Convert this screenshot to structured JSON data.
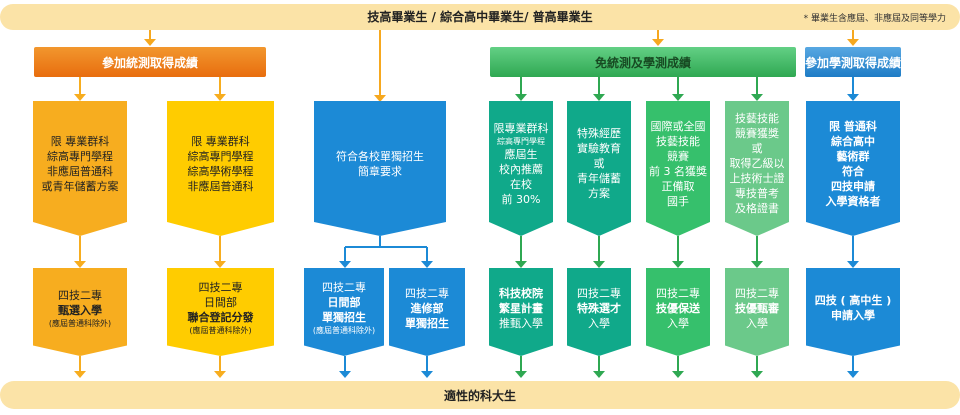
{
  "top": {
    "title": "技高畢業生 / 綜合高中畢業生/ 普高畢業生",
    "note": "* 畢業生含應屆、非應屆及同等學力"
  },
  "bottom": {
    "title": "適性的科大生"
  },
  "headers": {
    "h1": "參加統測取得成績",
    "h2": "免統測及學測成績",
    "h3": "參加學測取得成績"
  },
  "colors": {
    "orange": "#f7ad1f",
    "yellow": "#ffcc00",
    "blue": "#1c8ad6",
    "teal": "#10a98a",
    "green": "#36c06c",
    "green_light": "#6bc98a",
    "lightbar": "#fbe3a7"
  },
  "cards": [
    {
      "id": "c1",
      "lines": [
        {
          "t": "限 專業群科"
        },
        {
          "t": "綜高專門學程"
        },
        {
          "t": "非應屆普通科"
        },
        {
          "t": "或青年儲蓄方案"
        }
      ]
    },
    {
      "id": "c2",
      "lines": [
        {
          "t": "限 專業群科"
        },
        {
          "t": "綜高專門學程"
        },
        {
          "t": "綜高學術學程"
        },
        {
          "t": "非應屆普通科"
        }
      ]
    },
    {
      "id": "c3",
      "lines": [
        {
          "t": "符合各校單獨招生"
        },
        {
          "t": "簡章要求"
        }
      ]
    },
    {
      "id": "c4",
      "lines": [
        {
          "t": "限專業群科"
        },
        {
          "t": "綜高專門學程",
          "s": 1
        },
        {
          "t": "應屆生"
        },
        {
          "t": "校內推薦"
        },
        {
          "t": "在校"
        },
        {
          "t": "前 30%"
        }
      ]
    },
    {
      "id": "c5",
      "lines": [
        {
          "t": "特殊經歷"
        },
        {
          "t": "實驗教育"
        },
        {
          "t": "或"
        },
        {
          "t": "青年儲蓄"
        },
        {
          "t": "方案"
        }
      ]
    },
    {
      "id": "c6",
      "lines": [
        {
          "t": "國際或全國"
        },
        {
          "t": "技藝技能"
        },
        {
          "t": "競賽"
        },
        {
          "t": "前 3 名獲獎"
        },
        {
          "t": "正備取"
        },
        {
          "t": "國手"
        }
      ]
    },
    {
      "id": "c7",
      "lines": [
        {
          "t": "技藝技能"
        },
        {
          "t": "競賽獲獎"
        },
        {
          "t": "或"
        },
        {
          "t": "取得乙級以"
        },
        {
          "t": "上技術士證"
        },
        {
          "t": "專技普考"
        },
        {
          "t": "及格證書"
        }
      ]
    },
    {
      "id": "c8",
      "lines": [
        {
          "t": "限 普通科",
          "b": 1
        },
        {
          "t": "綜合高中",
          "b": 1
        },
        {
          "t": "藝術群",
          "b": 1
        },
        {
          "t": "符合",
          "b": 1
        },
        {
          "t": "四技申請",
          "b": 1
        },
        {
          "t": "入學資格者",
          "b": 1
        }
      ]
    },
    {
      "id": "d1",
      "lines": [
        {
          "t": "四技二專"
        },
        {
          "t": "甄選入學",
          "b": 1
        },
        {
          "t": "(應屆普通科除外)",
          "s": 1
        }
      ]
    },
    {
      "id": "d2",
      "lines": [
        {
          "t": "四技二專"
        },
        {
          "t": "日間部"
        },
        {
          "t": "聯合登記分發",
          "b": 1
        },
        {
          "t": "(應屆普通科除外)",
          "s": 1
        }
      ]
    },
    {
      "id": "d3",
      "lines": [
        {
          "t": "四技二專"
        },
        {
          "t": "日間部",
          "b": 1
        },
        {
          "t": "單獨招生",
          "b": 1
        },
        {
          "t": "(應屆普通科除外)",
          "s": 1
        }
      ]
    },
    {
      "id": "d4",
      "lines": [
        {
          "t": "四技二專"
        },
        {
          "t": "進修部",
          "b": 1
        },
        {
          "t": "單獨招生",
          "b": 1
        }
      ]
    },
    {
      "id": "d5",
      "lines": [
        {
          "t": "科技校院",
          "b": 1
        },
        {
          "t": "繁星計畫",
          "b": 1
        },
        {
          "t": "推甄入學"
        }
      ]
    },
    {
      "id": "d6",
      "lines": [
        {
          "t": "四技二專"
        },
        {
          "t": "特殊選才",
          "b": 1
        },
        {
          "t": "入學"
        }
      ]
    },
    {
      "id": "d7",
      "lines": [
        {
          "t": "四技二專"
        },
        {
          "t": "技優保送",
          "b": 1
        },
        {
          "t": "入學"
        }
      ]
    },
    {
      "id": "d8",
      "lines": [
        {
          "t": "四技二專"
        },
        {
          "t": "技優甄審",
          "b": 1
        },
        {
          "t": "入學"
        }
      ]
    },
    {
      "id": "d9",
      "lines": [
        {
          "t": "四技 ( 高中生 )",
          "b": 1
        },
        {
          "t": "申請入學",
          "b": 1
        }
      ]
    }
  ]
}
